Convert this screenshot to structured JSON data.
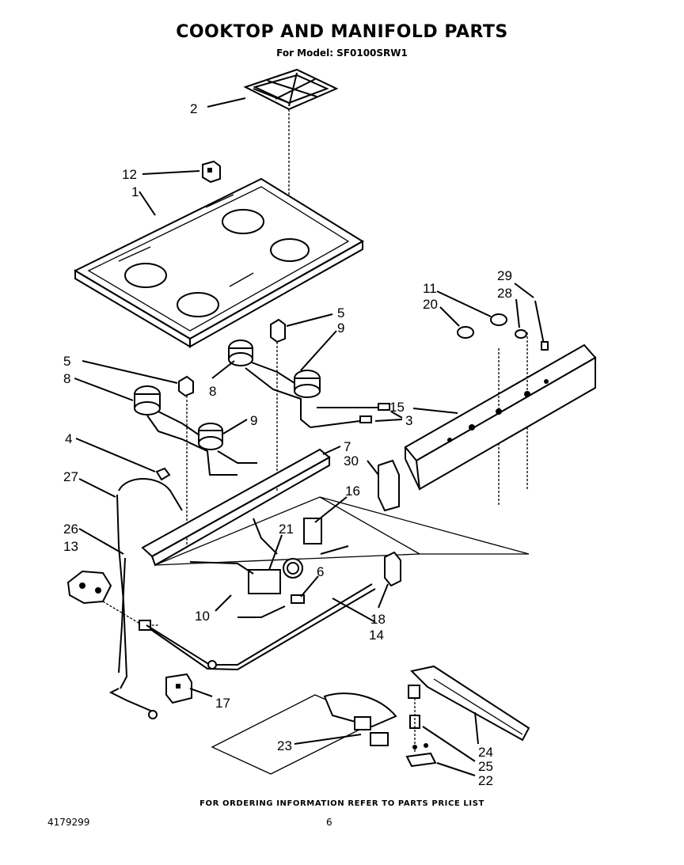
{
  "title": "COOKTOP  AND MANIFOLD PARTS",
  "subtitle": "For Model: SF0100SRW1",
  "footer": "FOR ORDERING INFORMATION REFER TO PARTS PRICE LIST",
  "document_number": "4179299",
  "page_number": "6",
  "callouts": {
    "c1": "1",
    "c2": "2",
    "c3": "3",
    "c4": "4",
    "c5a": "5",
    "c5b": "5",
    "c6": "6",
    "c7": "7",
    "c8a": "8",
    "c8b": "8",
    "c9a": "9",
    "c9b": "9",
    "c10": "10",
    "c11": "11",
    "c12": "12",
    "c13": "13",
    "c14": "14",
    "c15": "15",
    "c16": "16",
    "c17": "17",
    "c18": "18",
    "c20": "20",
    "c21": "21",
    "c22": "22",
    "c23": "23",
    "c24": "24",
    "c25": "25",
    "c26": "26",
    "c27": "27",
    "c28": "28",
    "c29": "29",
    "c30": "30"
  }
}
